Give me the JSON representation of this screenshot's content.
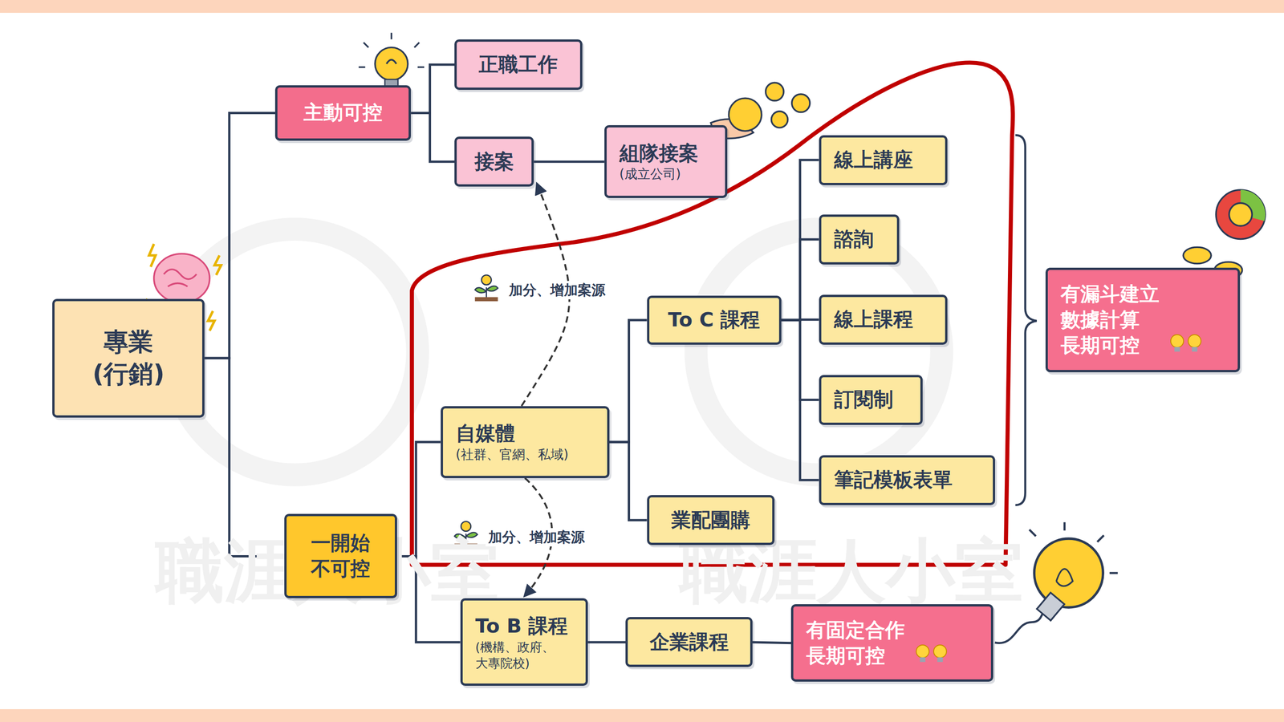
{
  "diagram": {
    "nodes": [
      {
        "text": [
          "專業 (行銷)"
        ]
      },
      {
        "text": [
          "主動可控"
        ]
      },
      {
        "text": [
          "正職工作"
        ]
      },
      {
        "text": [
          "接案"
        ]
      },
      {
        "text": [
          "組隊接案",
          "(成立公司)"
        ]
      },
      {
        "text": [
          "一開始 不可控"
        ]
      },
      {
        "text": [
          "自媒體",
          "(社群、官網、私域)"
        ]
      },
      {
        "text": [
          "To C 課程"
        ]
      },
      {
        "text": [
          "業配團購"
        ]
      },
      {
        "text": [
          "線上講座"
        ]
      },
      {
        "text": [
          "諮詢"
        ]
      },
      {
        "text": [
          "線上課程"
        ]
      },
      {
        "text": [
          "訂閱制"
        ]
      },
      {
        "text": [
          "筆記模板表單"
        ]
      },
      {
        "text": [
          "有漏斗建立 數據計算 長期可控"
        ]
      },
      {
        "text": [
          "To B 課程",
          "(機構、政府、 大專院校)"
        ]
      },
      {
        "text": [
          "企業課程"
        ]
      },
      {
        "text": [
          "有固定合作 長期可控"
        ]
      }
    ],
    "edges": [
      {
        "from": 0,
        "to": 1,
        "arrow": "none"
      },
      {
        "from": 0,
        "to": 5,
        "arrow": "none"
      },
      {
        "from": 1,
        "to": 2,
        "arrow": "none"
      },
      {
        "from": 1,
        "to": 3,
        "arrow": "none"
      },
      {
        "from": 3,
        "to": 4,
        "arrow": "none"
      },
      {
        "from": 5,
        "to": 6,
        "arrow": "none"
      },
      {
        "from": 5,
        "to": 15,
        "arrow": "none"
      },
      {
        "from": 6,
        "to": 7,
        "arrow": "none"
      },
      {
        "from": 6,
        "to": 8,
        "arrow": "none"
      },
      {
        "from": 7,
        "to": 9,
        "arrow": "none"
      },
      {
        "from": 7,
        "to": 10,
        "arrow": "none"
      },
      {
        "from": 7,
        "to": 11,
        "arrow": "none"
      },
      {
        "from": 7,
        "to": 12,
        "arrow": "none"
      },
      {
        "from": 7,
        "to": 13,
        "arrow": "none"
      },
      {
        "from": 6,
        "to": 3,
        "label": "加分、增加案源",
        "arrow": "to"
      },
      {
        "from": 6,
        "to": 15,
        "label": "加分、增加案源",
        "arrow": "to"
      },
      {
        "from": 15,
        "to": 16,
        "arrow": "none"
      },
      {
        "from": 16,
        "to": 17,
        "arrow": "none"
      }
    ],
    "labels": [
      "職涯人小室",
      "職涯人小室"
    ]
  }
}
